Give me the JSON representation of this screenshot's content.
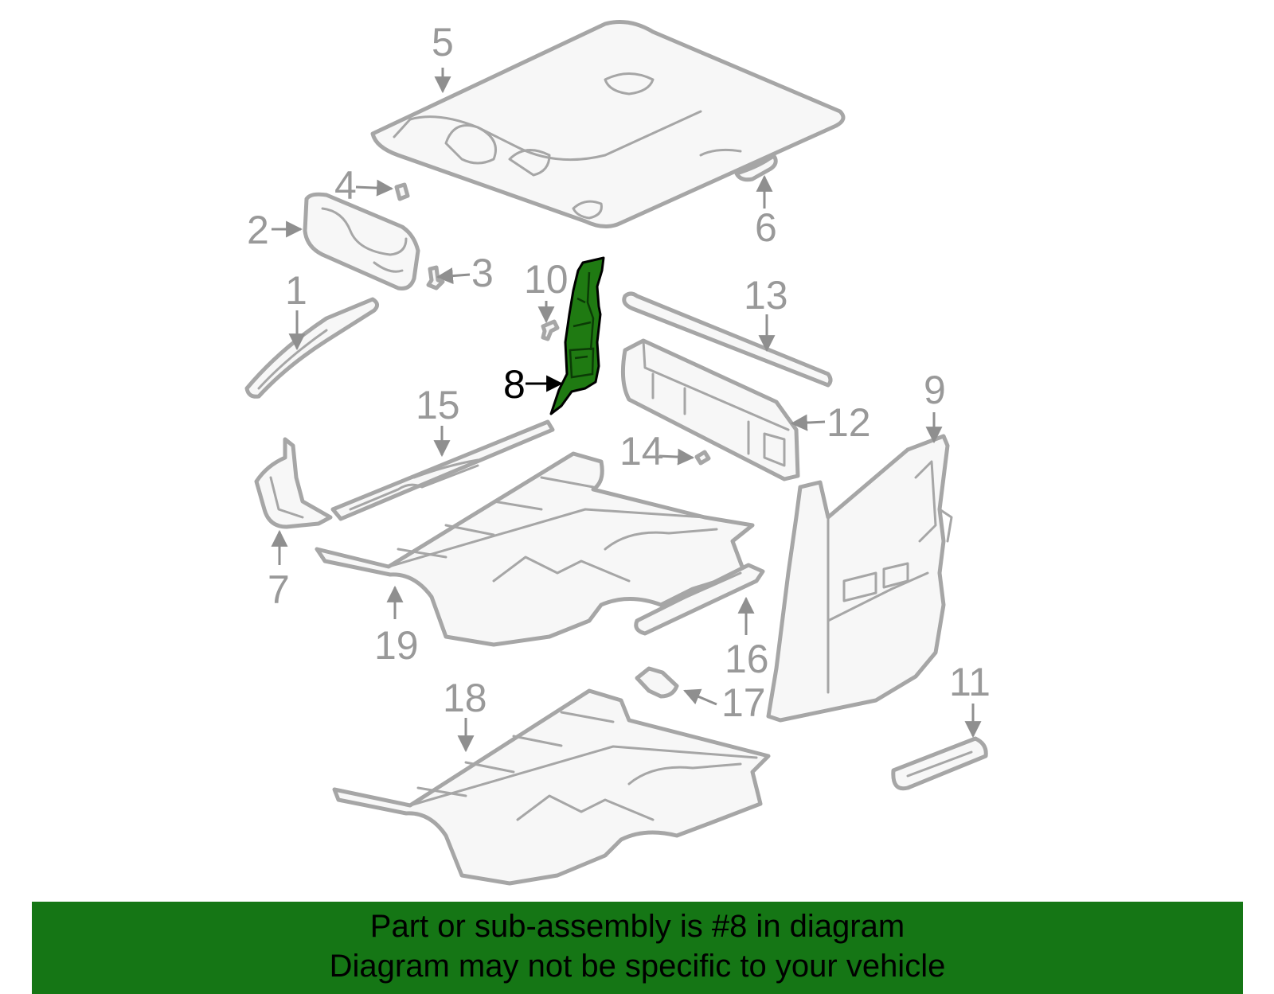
{
  "callouts": {
    "c1": "1",
    "c2": "2",
    "c3": "3",
    "c4": "4",
    "c5": "5",
    "c6": "6",
    "c7": "7",
    "c8": "8",
    "c9": "9",
    "c10": "10",
    "c11": "11",
    "c12": "12",
    "c13": "13",
    "c14": "14",
    "c15": "15",
    "c16": "16",
    "c17": "17",
    "c18": "18",
    "c19": "19"
  },
  "highlighted_part": "8",
  "colors": {
    "highlight": "#1f7a12",
    "banner": "#157615",
    "outline": "#a6a6a6",
    "label": "#999999"
  },
  "banner": {
    "line1": "Part or sub-assembly is #8 in diagram",
    "line2": "Diagram may not be specific to your vehicle"
  }
}
